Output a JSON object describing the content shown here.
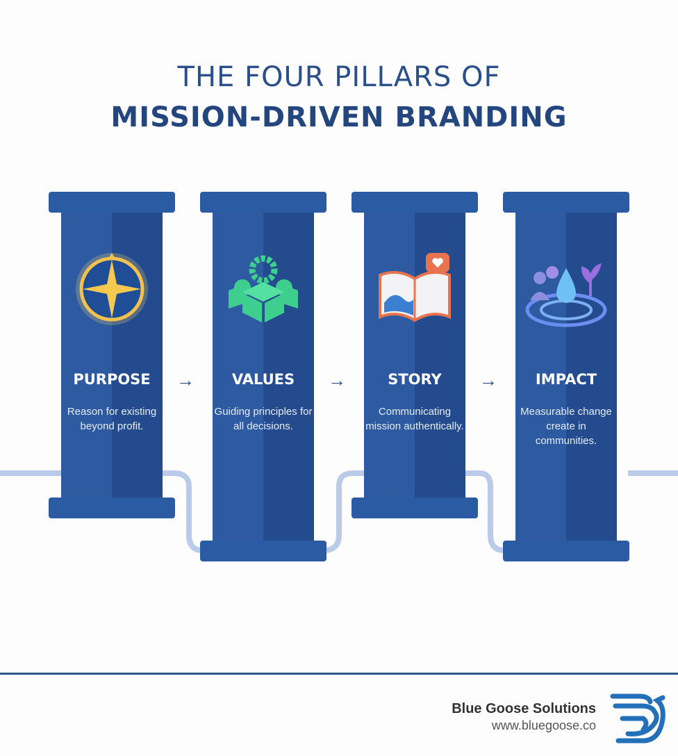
{
  "title": {
    "line1": "THE FOUR PILLARS OF",
    "line2": "MISSION-DRIVEN BRANDING"
  },
  "pillars": [
    {
      "title": "PURPOSE",
      "description": "Reason for existing beyond profit.",
      "icon": "compass-icon"
    },
    {
      "title": "VALUES",
      "description": "Guiding principles for all decisions.",
      "icon": "gears-blocks-icon"
    },
    {
      "title": "STORY",
      "description": "Communicating mission authentically.",
      "icon": "book-heart-icon"
    },
    {
      "title": "IMPACT",
      "description": "Measurable change create in communities.",
      "icon": "people-water-drop-icon"
    }
  ],
  "arrow": "→",
  "footer": {
    "brand": "Blue Goose Solutions",
    "url": "www.bluegoose.co"
  },
  "colors": {
    "pillar": "#2b5ba3",
    "title": "#24467f",
    "connector": "#b9cbe8",
    "values_icon": "#3ecf8e",
    "purpose_icon": "#f2c14e"
  }
}
